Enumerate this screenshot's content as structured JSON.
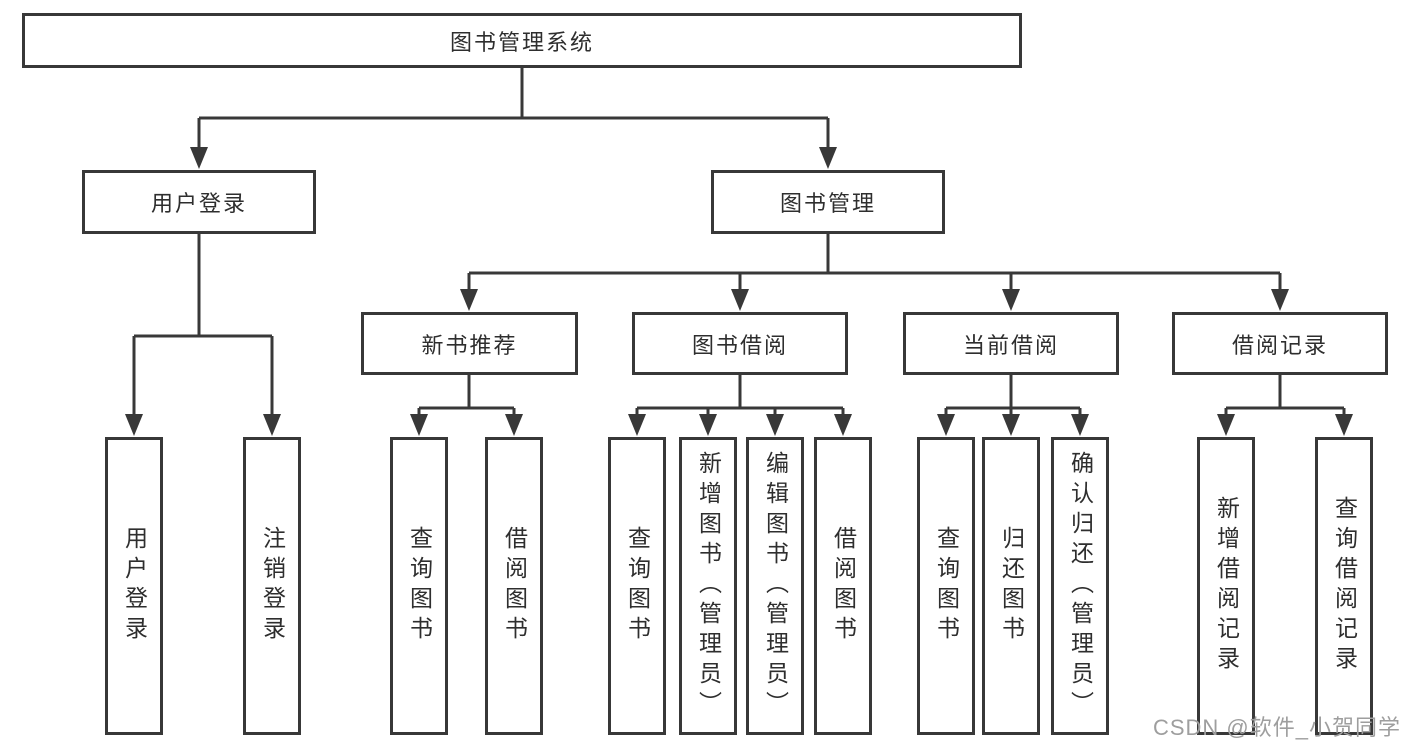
{
  "tree": {
    "label": "图书管理系统",
    "children": [
      {
        "label": "用户登录",
        "children": [
          {
            "label": "用户登录"
          },
          {
            "label": "注销登录"
          }
        ]
      },
      {
        "label": "图书管理",
        "children": [
          {
            "label": "新书推荐",
            "children": [
              {
                "label": "查询图书"
              },
              {
                "label": "借阅图书"
              }
            ]
          },
          {
            "label": "图书借阅",
            "children": [
              {
                "label": "查询图书"
              },
              {
                "label": "新增图书（管理员）"
              },
              {
                "label": "编辑图书（管理员）"
              },
              {
                "label": "借阅图书"
              }
            ]
          },
          {
            "label": "当前借阅",
            "children": [
              {
                "label": "查询图书"
              },
              {
                "label": "归还图书"
              },
              {
                "label": "确认归还（管理员）"
              }
            ]
          },
          {
            "label": "借阅记录",
            "children": [
              {
                "label": "新增借阅记录"
              },
              {
                "label": "查询借阅记录"
              }
            ]
          }
        ]
      }
    ]
  },
  "watermark": "CSDN @软件_小贺同学",
  "colors": {
    "line": "#383838",
    "text": "#2e2e2e",
    "bg": "#ffffff",
    "watermark-color": "#9e9e9e"
  }
}
